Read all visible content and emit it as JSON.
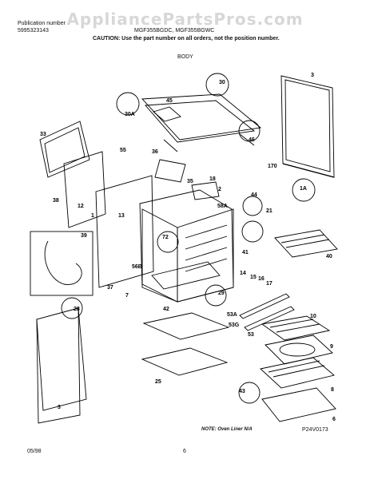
{
  "watermark": "AppliancePartsPros.com",
  "header": {
    "publication_label": "Publication number",
    "publication_number": "5995323143",
    "models": "MGF355BGDC, MGF355BGWC",
    "caution": "CAUTION:  Use the part number on all orders, not the position number."
  },
  "section_title": "BODY",
  "callouts": [
    "3",
    "30",
    "45",
    "30A",
    "33",
    "46",
    "170",
    "1A",
    "55",
    "36",
    "2",
    "38",
    "18",
    "35",
    "44",
    "12",
    "1",
    "13",
    "58A",
    "21",
    "39",
    "72",
    "41",
    "40",
    "56B",
    "14",
    "15",
    "16",
    "17",
    "37",
    "7",
    "29",
    "42",
    "53A",
    "53G",
    "53",
    "10",
    "28",
    "9",
    "25",
    "8",
    "43",
    "3",
    "6"
  ],
  "note": "NOTE: Oven Liner N/A",
  "drawing_code": "P24V0173",
  "footer": {
    "date": "05/98",
    "page": "6"
  }
}
